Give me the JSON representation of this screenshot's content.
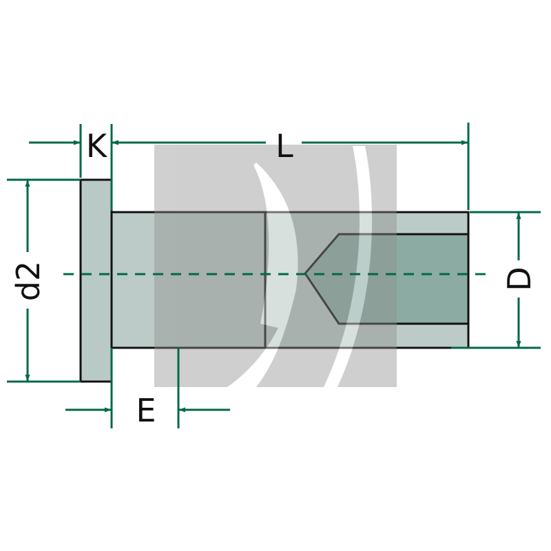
{
  "colors": {
    "dimension": "#00684a",
    "outline": "#111111",
    "head_fill": "#b9c9c6",
    "body_fill": "#bccbc7",
    "bore_fill": "#8caba2",
    "watermark": "#8f8f8f"
  },
  "labels": {
    "head_thickness": "K",
    "length": "L",
    "head_diameter": "d2",
    "shank_diameter": "D",
    "grip_offset": "E"
  }
}
